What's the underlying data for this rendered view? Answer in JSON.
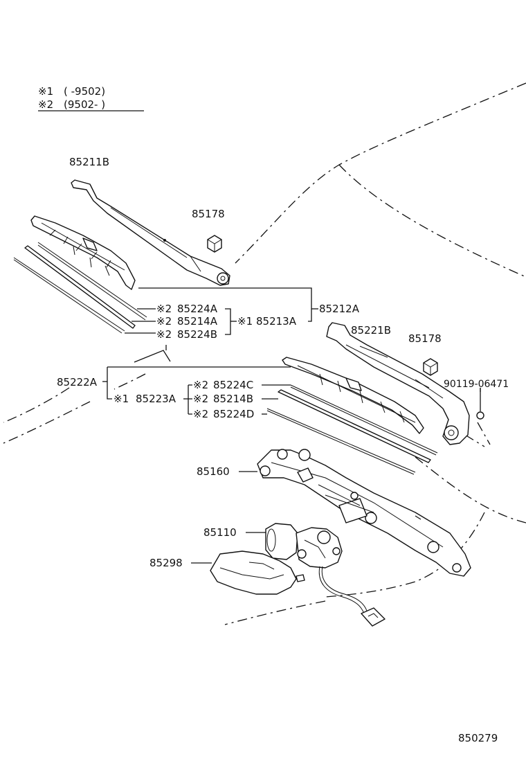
{
  "legend": {
    "line1_mark": "※1",
    "line1_range": "(      -9502)",
    "line2_mark": "※2",
    "line2_range": "(9502-      )"
  },
  "part_labels": {
    "arm_front": "85211B",
    "nut_left": "85178",
    "blade_assy_front": "85212A",
    "rubber_front_a_mark": "※2",
    "rubber_front_a": "85224A",
    "backing_front_mark": "※2",
    "backing_front": "85214A",
    "blade_sub_front_mark": "※1",
    "blade_sub_front": "85213A",
    "rubber_front_b_mark": "※2",
    "rubber_front_b": "85224B",
    "arm_rear": "85221B",
    "nut_right": "85178",
    "blade_assy_rear": "85222A",
    "bolt": "90119-06471",
    "blade_sub_rear_mark": "※1",
    "blade_sub_rear": "85223A",
    "rubber_rear_c_mark": "※2",
    "rubber_rear_c": "85224C",
    "backing_rear_mark": "※2",
    "backing_rear": "85214B",
    "rubber_rear_d_mark": "※2",
    "rubber_rear_d": "85224D",
    "link_assy": "85160",
    "motor": "85110",
    "motor_cover": "85298"
  },
  "diagram_number": "850279"
}
